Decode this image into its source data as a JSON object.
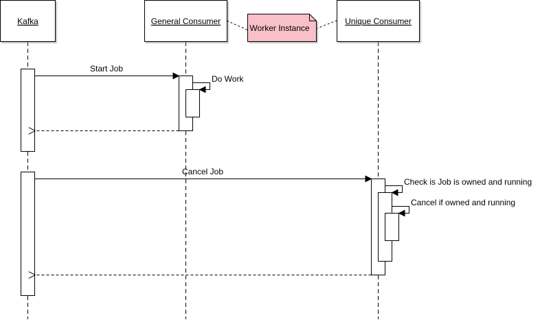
{
  "participants": {
    "kafka": "Kafka",
    "general_consumer": "General Consumer",
    "unique_consumer": "Unique Consumer"
  },
  "note": {
    "text": "Worker Instance",
    "fill": "#f8c0c8"
  },
  "messages": {
    "start_job": "Start Job",
    "do_work": "Do Work",
    "cancel_job": "Cancel Job",
    "check_owned": "Check is Job is owned and running",
    "cancel_if_owned": "Cancel if owned and running"
  }
}
